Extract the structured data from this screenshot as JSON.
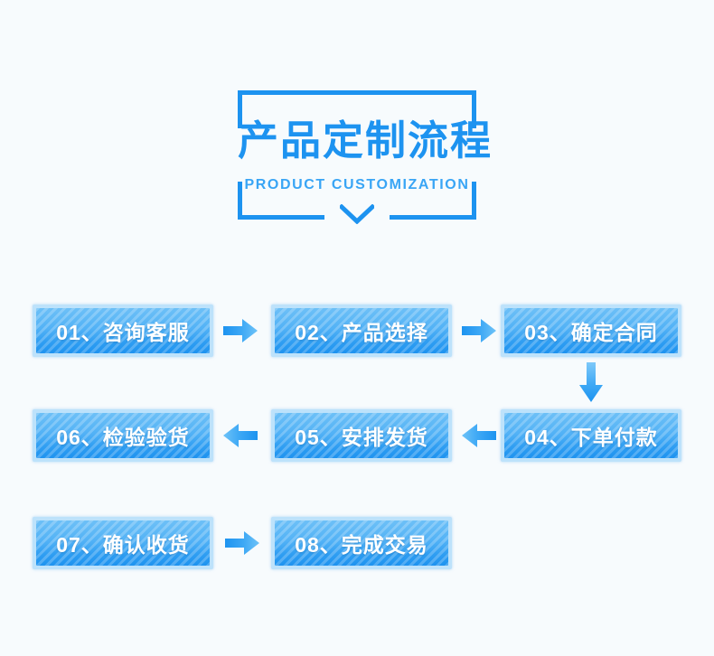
{
  "page": {
    "background_color": "#f7fbfd",
    "accent_color": "#1d93f0",
    "box_fill_color": "#3fa9f5",
    "box_border_color": "#bde2fb"
  },
  "header": {
    "title": "产品定制流程",
    "subtitle": "PRODUCT CUSTOMIZATION",
    "chevron_icon": "chevron-down-icon",
    "frame_icon": "bracket-frame"
  },
  "flow": {
    "rows": [
      {
        "direction": "left-to-right",
        "steps": [
          {
            "number": "01",
            "separator": "、",
            "label": "咨询客服",
            "text": "01、咨询客服"
          },
          {
            "number": "02",
            "separator": "、",
            "label": "产品选择",
            "text": "02、产品选择"
          },
          {
            "number": "03",
            "separator": "、",
            "label": "确定合同",
            "text": "03、确定合同"
          }
        ]
      },
      {
        "direction": "right-to-left",
        "steps": [
          {
            "number": "06",
            "separator": "、",
            "label": "检验验货",
            "text": "06、检验验货"
          },
          {
            "number": "05",
            "separator": "、",
            "label": "安排发货",
            "text": "05、安排发货"
          },
          {
            "number": "04",
            "separator": "、",
            "label": "下单付款",
            "text": "04、下单付款"
          }
        ]
      },
      {
        "direction": "left-to-right",
        "steps": [
          {
            "number": "07",
            "separator": "、",
            "label": "确认收货",
            "text": "07、确认收货"
          },
          {
            "number": "08",
            "separator": "、",
            "label": "完成交易",
            "text": "08、完成交易"
          }
        ]
      }
    ],
    "connectors": [
      {
        "id": "arrow-01-02",
        "icon": "arrow-right-icon",
        "from": "01",
        "to": "02"
      },
      {
        "id": "arrow-02-03",
        "icon": "arrow-right-icon",
        "from": "02",
        "to": "03"
      },
      {
        "id": "arrow-03-04",
        "icon": "arrow-down-icon",
        "from": "03",
        "to": "04"
      },
      {
        "id": "arrow-04-05",
        "icon": "arrow-left-icon",
        "from": "04",
        "to": "05"
      },
      {
        "id": "arrow-05-06",
        "icon": "arrow-left-icon",
        "from": "05",
        "to": "06"
      },
      {
        "id": "arrow-07-08",
        "icon": "arrow-right-icon",
        "from": "07",
        "to": "08"
      }
    ]
  }
}
